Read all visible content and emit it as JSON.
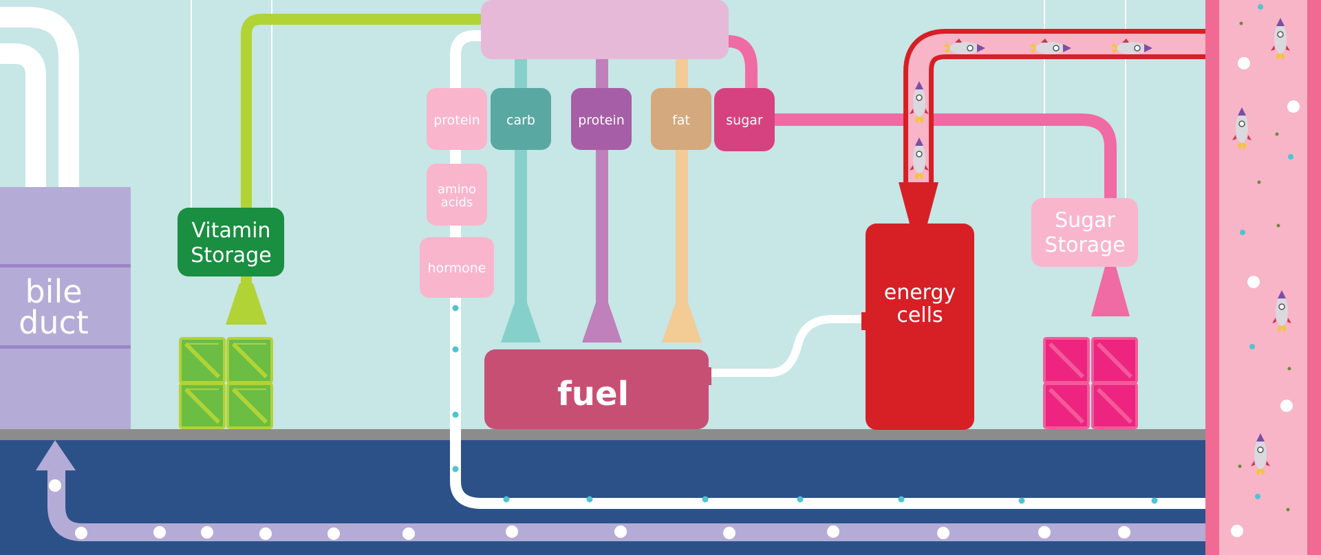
{
  "labels": {
    "bile_duct": [
      "bile",
      "duct"
    ],
    "vitamin_storage": [
      "Vitamin",
      "Storage"
    ],
    "sugar_storage": [
      "Sugar",
      "Storage"
    ],
    "energy_cells": [
      "energy",
      "cells"
    ],
    "fuel": "fuel",
    "amino_acids": [
      "amino",
      "acids"
    ],
    "hormone": "hormone",
    "tiles": {
      "protein_pink": "protein",
      "carb": "carb",
      "protein_purple": "protein",
      "fat": "fat",
      "sugar": "sugar"
    }
  },
  "colors": {
    "background": "#c7e6e6",
    "floor": "#2c5189",
    "vitamin": "#1a8e41",
    "lime": "#b2d335",
    "sugar_pink": "#f07aa6",
    "energy_red": "#d71f26",
    "fuel": "#c84f74",
    "blood_vessel": "#f7b5c7",
    "bile_purple": "#b4acd6"
  },
  "icons": [
    "rocket-icon",
    "crate-icon",
    "funnel-icon",
    "pellet-icon"
  ]
}
